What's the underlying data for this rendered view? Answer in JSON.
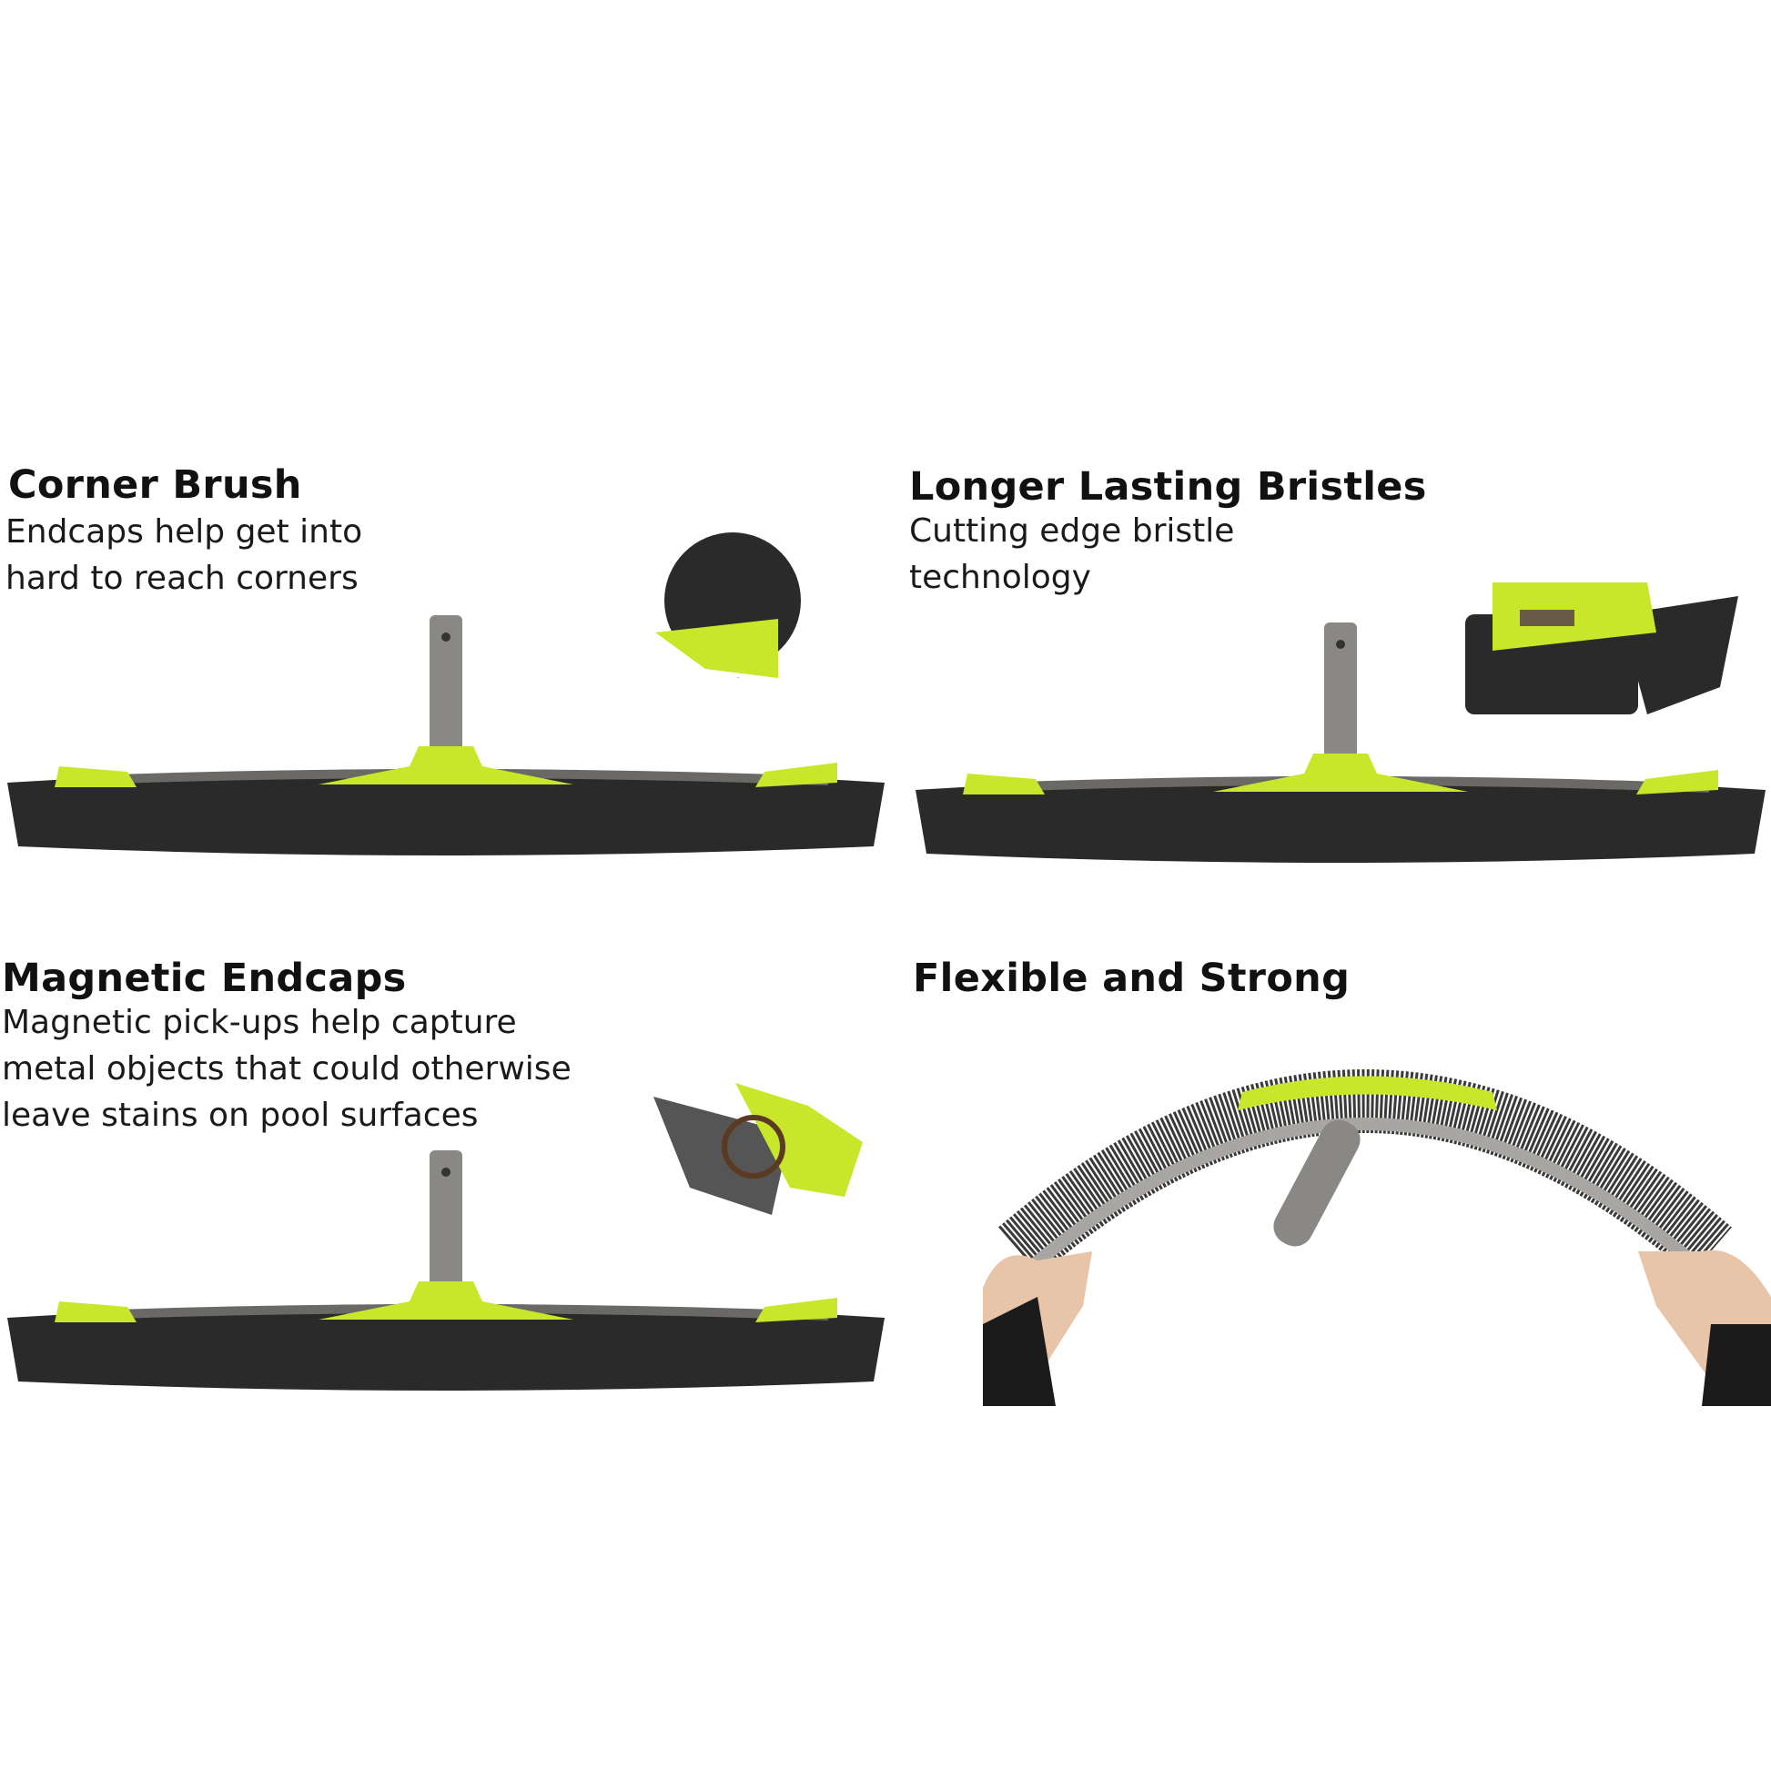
{
  "features": [
    {
      "title": "Corner Brush",
      "lines": [
        "Endcaps help get into",
        "hard to reach corners"
      ]
    },
    {
      "title": "Longer Lasting Bristles",
      "lines": [
        "Cutting edge bristle",
        "technology"
      ]
    },
    {
      "title": "Magnetic Endcaps",
      "lines": [
        "Magnetic pick-ups help capture",
        "metal objects that could otherwise",
        "leave stains on pool surfaces"
      ]
    },
    {
      "title": "Flexible and Strong",
      "lines": []
    }
  ],
  "colors": {
    "accent": "#c8e62a",
    "bristle": "#2a2a2a",
    "handle": "#8a8885"
  }
}
